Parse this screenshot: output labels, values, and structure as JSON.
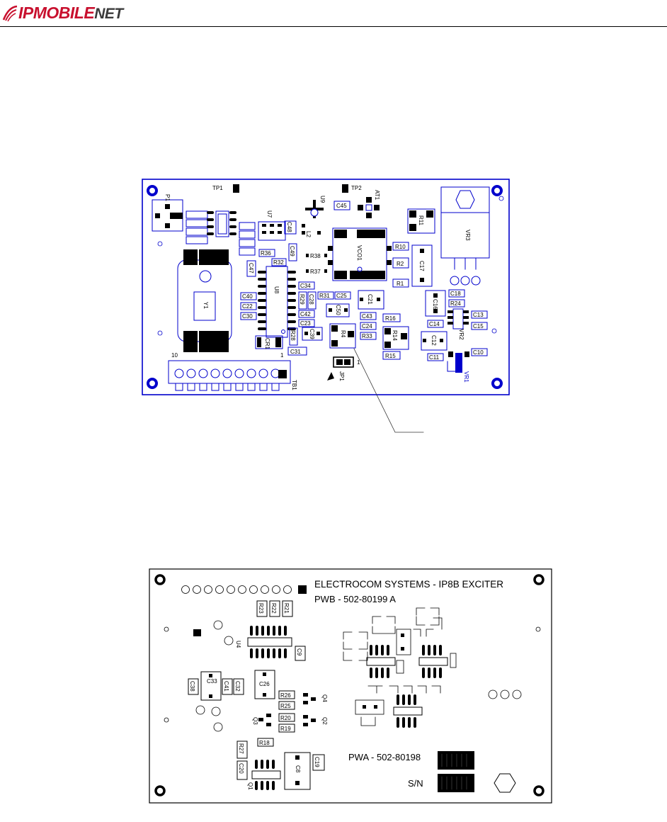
{
  "header": {
    "logo": {
      "part1": "IP",
      "part2": "MOBILE",
      "part3": "NET",
      "icon": "antenna-swoosh-icon"
    }
  },
  "colors": {
    "trace": "#0000cc",
    "pad": "#000000",
    "logo_red": "#c8102e",
    "logo_gray": "#3b3b3b"
  },
  "top_board": {
    "refs": {
      "p1": "P1",
      "tp1": "TP1",
      "tp2": "TP2",
      "u9": "U9",
      "at1": "AT1",
      "c45": "C45",
      "r11": "R11",
      "vr3": "VR3",
      "u7": "U7",
      "c48": "C48",
      "l2": "L2",
      "vco1": "VCO1",
      "r10": "R10",
      "r2": "R2",
      "c17": "C17",
      "r1": "R1",
      "r36": "R36",
      "c49": "C49",
      "r38": "R38",
      "r32": "R32",
      "c47": "C47",
      "r37": "R37",
      "u8": "U8",
      "c34": "C34",
      "c28": "C28",
      "r29": "R29",
      "r31": "R31",
      "c25": "C25",
      "c21": "C21",
      "c50": "C50",
      "c18": "C18",
      "c16": "C16",
      "r24": "R24",
      "c13": "C13",
      "c15": "C15",
      "c14": "C14",
      "vr2": "VR2",
      "c40": "C40",
      "c22": "C22",
      "c30": "C30",
      "y1": "Y1",
      "c42": "C42",
      "c23": "C23",
      "c43": "C43",
      "r16": "R16",
      "c24": "C24",
      "r33": "R33",
      "r4a": "R4",
      "r14": "R14",
      "r15": "R15",
      "c39": "C39",
      "r28": "R28",
      "cr1": "CR1",
      "c31": "C31",
      "c12": "C12",
      "c11": "C11",
      "c10": "C10",
      "vr1": "VR1",
      "tb1": "TB1",
      "jp1": "JP1",
      "n10": "10",
      "n1a": "1",
      "n1b": "1"
    }
  },
  "bottom_board": {
    "title": "ELECTROCOM SYSTEMS - IP8B EXCITER",
    "pwb": "PWB - 502-80199 A",
    "pwa": "PWA - 502-80198",
    "sn": "S/N",
    "refs": {
      "r23": "R23",
      "r22": "R22",
      "r21": "R21",
      "u4": "U4",
      "c9": "C9",
      "c38": "C38",
      "c33": "C33",
      "c41": "C41",
      "c32": "C32",
      "c26": "C26",
      "r26": "R26",
      "q4": "Q4",
      "r25": "R25",
      "r20": "R20",
      "q3": "Q3",
      "q2": "Q2",
      "r19": "R19",
      "r18": "R18",
      "r27": "R27",
      "c20": "C20",
      "c8": "C8",
      "c19": "C19",
      "q1": "Q1"
    }
  }
}
